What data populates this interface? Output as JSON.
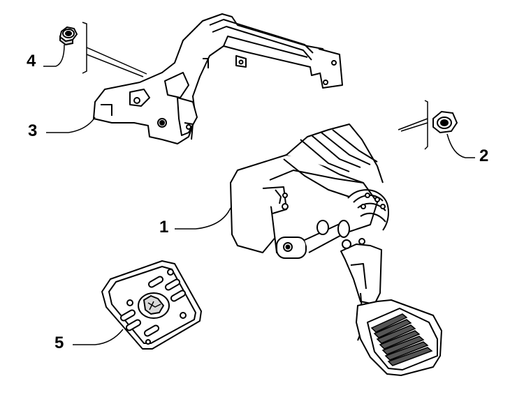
{
  "diagram": {
    "callouts": [
      {
        "id": "1",
        "label": "1"
      },
      {
        "id": "2",
        "label": "2"
      },
      {
        "id": "3",
        "label": "3"
      },
      {
        "id": "4",
        "label": "4"
      },
      {
        "id": "5",
        "label": "5"
      }
    ],
    "parts": [
      "accelerator-pedal-assembly",
      "flange-nut",
      "mounting-bracket",
      "nut",
      "pedal-pad"
    ],
    "colors": {
      "ink": "#000000",
      "paper": "#ffffff",
      "shade": "#d9d9d9",
      "dark": "#555555"
    }
  }
}
